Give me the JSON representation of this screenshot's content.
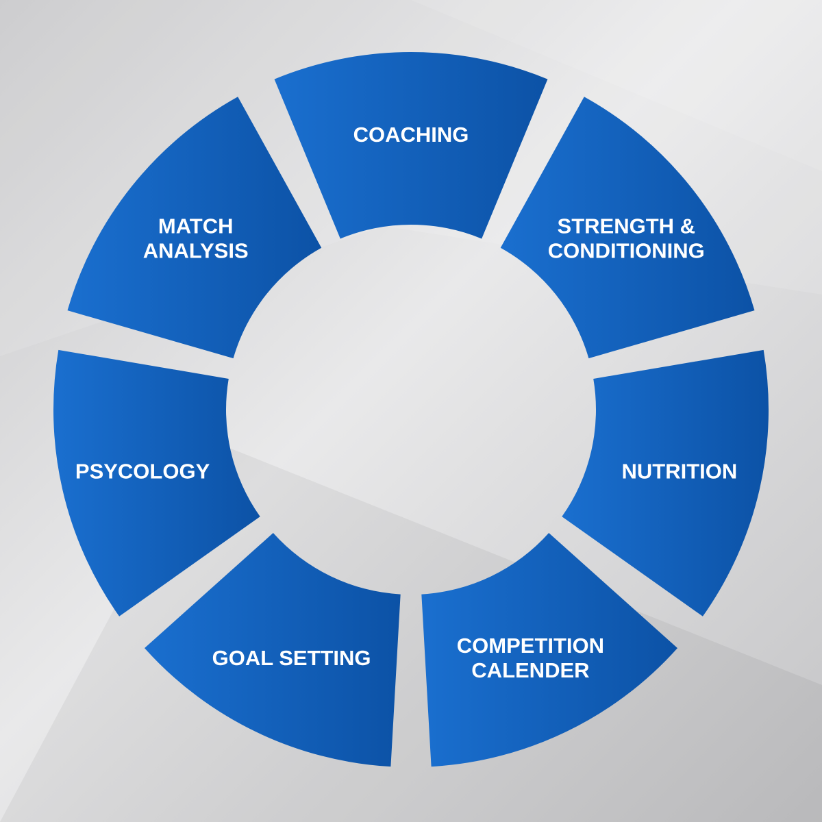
{
  "colors": {
    "segment_light": "#1a6fcf",
    "segment_dark": "#0c52a6",
    "background_light": "#ededed",
    "background_dark": "#b9b9bb",
    "label": "#ffffff"
  },
  "wheel": {
    "segments": [
      {
        "name": "coaching",
        "lines": [
          "COACHING"
        ]
      },
      {
        "name": "strength-conditioning",
        "lines": [
          "STRENGTH &",
          "CONDITIONING"
        ]
      },
      {
        "name": "nutrition",
        "lines": [
          "NUTRITION"
        ]
      },
      {
        "name": "competition-calender",
        "lines": [
          "COMPETITION",
          "CALENDER"
        ]
      },
      {
        "name": "goal-setting",
        "lines": [
          "GOAL SETTING"
        ]
      },
      {
        "name": "psycology",
        "lines": [
          "PSYCOLOGY"
        ]
      },
      {
        "name": "match-analysis",
        "lines": [
          "MATCH",
          "ANALYSIS"
        ]
      }
    ]
  }
}
